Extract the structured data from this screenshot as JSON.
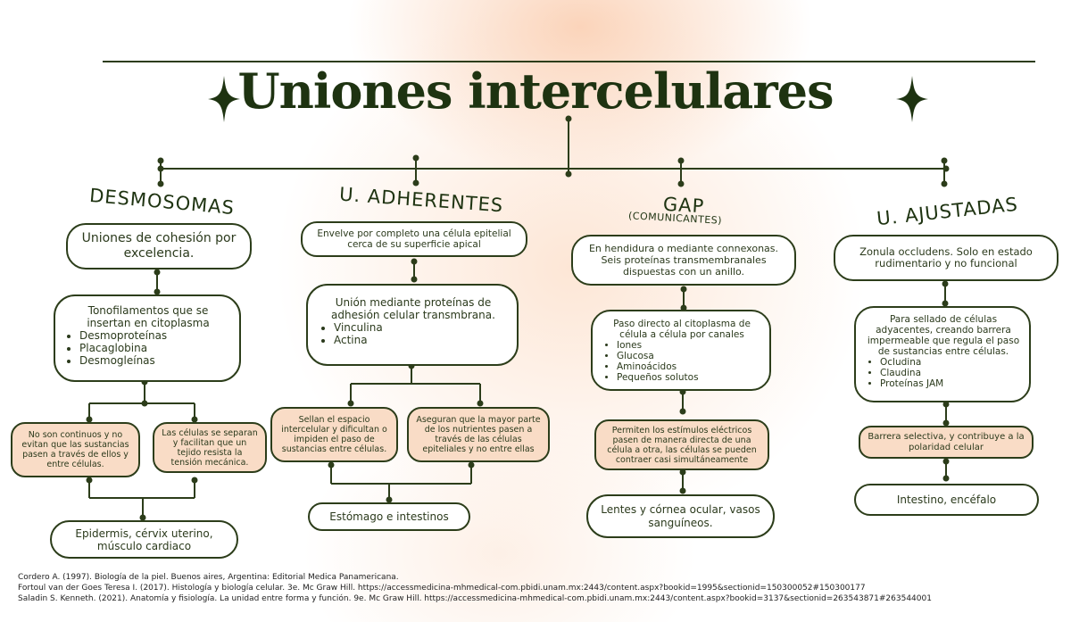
{
  "title": "Uniones intercelulares",
  "colors": {
    "ink": "#1e3311",
    "box_border": "#2c3d1a",
    "peach_fill": "#f9dcc6",
    "glow": "#fad9c2"
  },
  "desmosomas": {
    "heading": "DESMOSOMAS",
    "box1": "Uniones de cohesión por excelencia.",
    "box2_intro": "Tonofilamentos que se insertan en citoplasma",
    "box2_items": [
      "Desmoproteínas",
      "Placaglobina",
      "Desmogleínas"
    ],
    "peach_left": "No son continuos y no evitan que las sustancias pasen a través de ellos y entre células.",
    "peach_right": "Las células se separan y facilitan que un tejido resista la tensión mecánica.",
    "bottom": "Epidermis, cérvix uterino, músculo cardiaco"
  },
  "adherentes": {
    "heading": "U. ADHERENTES",
    "box1": "Envelve por completo una célula epitelial cerca de su superficie apical",
    "box2_intro": "Unión mediante proteínas de adhesión celular transmbrana.",
    "box2_items": [
      "Vinculina",
      "Actina"
    ],
    "peach_left": "Sellan el espacio intercelular y dificultan o impiden el paso de sustancias entre células.",
    "peach_right": "Aseguran que la mayor parte de los nutrientes pasen a través de las células epiteliales y no entre ellas",
    "bottom": "Estómago e intestinos"
  },
  "gap": {
    "heading": "GAP",
    "subheading": "(COMUNICANTES)",
    "box1": "En hendidura o mediante connexonas. Seis proteínas transmembranales dispuestas con un anillo.",
    "box2_intro": "Paso directo al citoplasma de célula a célula por canales",
    "box2_items": [
      "Iones",
      "Glucosa",
      "Aminoácidos",
      "Pequeños solutos"
    ],
    "peach": "Permiten los estímulos eléctricos pasen de manera directa de una célula a otra, las células se pueden contraer casi simultáneamente",
    "bottom": "Lentes y córnea ocular, vasos sanguíneos."
  },
  "ajustadas": {
    "heading": "U. AJUSTADAS",
    "box1": "Zonula occludens. Solo en estado rudimentario y no funcional",
    "box2_intro": "Para sellado de células adyacentes, creando barrera impermeable que regula el paso de sustancias entre células.",
    "box2_items": [
      "Ocludina",
      "Claudina",
      "Proteínas JAM"
    ],
    "peach": "Barrera selectiva, y contribuye a la polaridad celular",
    "bottom": "Intestino, encéfalo"
  },
  "references": [
    "Cordero A. (1997). Biología de la piel. Buenos aires, Argentina: Editorial Medica Panamericana.",
    "Fortoul van der Goes Teresa I. (2017). Histología y biología celular. 3e. Mc Graw Hill. https://accessmedicina-mhmedical-com.pbidi.unam.mx:2443/content.aspx?bookid=1995&sectionid=150300052#150300177",
    "Saladin S. Kenneth. (2021). Anatomía y fisiología. La unidad entre forma y función. 9e. Mc Graw Hill. https://accessmedicina-mhmedical-com.pbidi.unam.mx:2443/content.aspx?bookid=3137&sectionid=263543871#263544001"
  ]
}
